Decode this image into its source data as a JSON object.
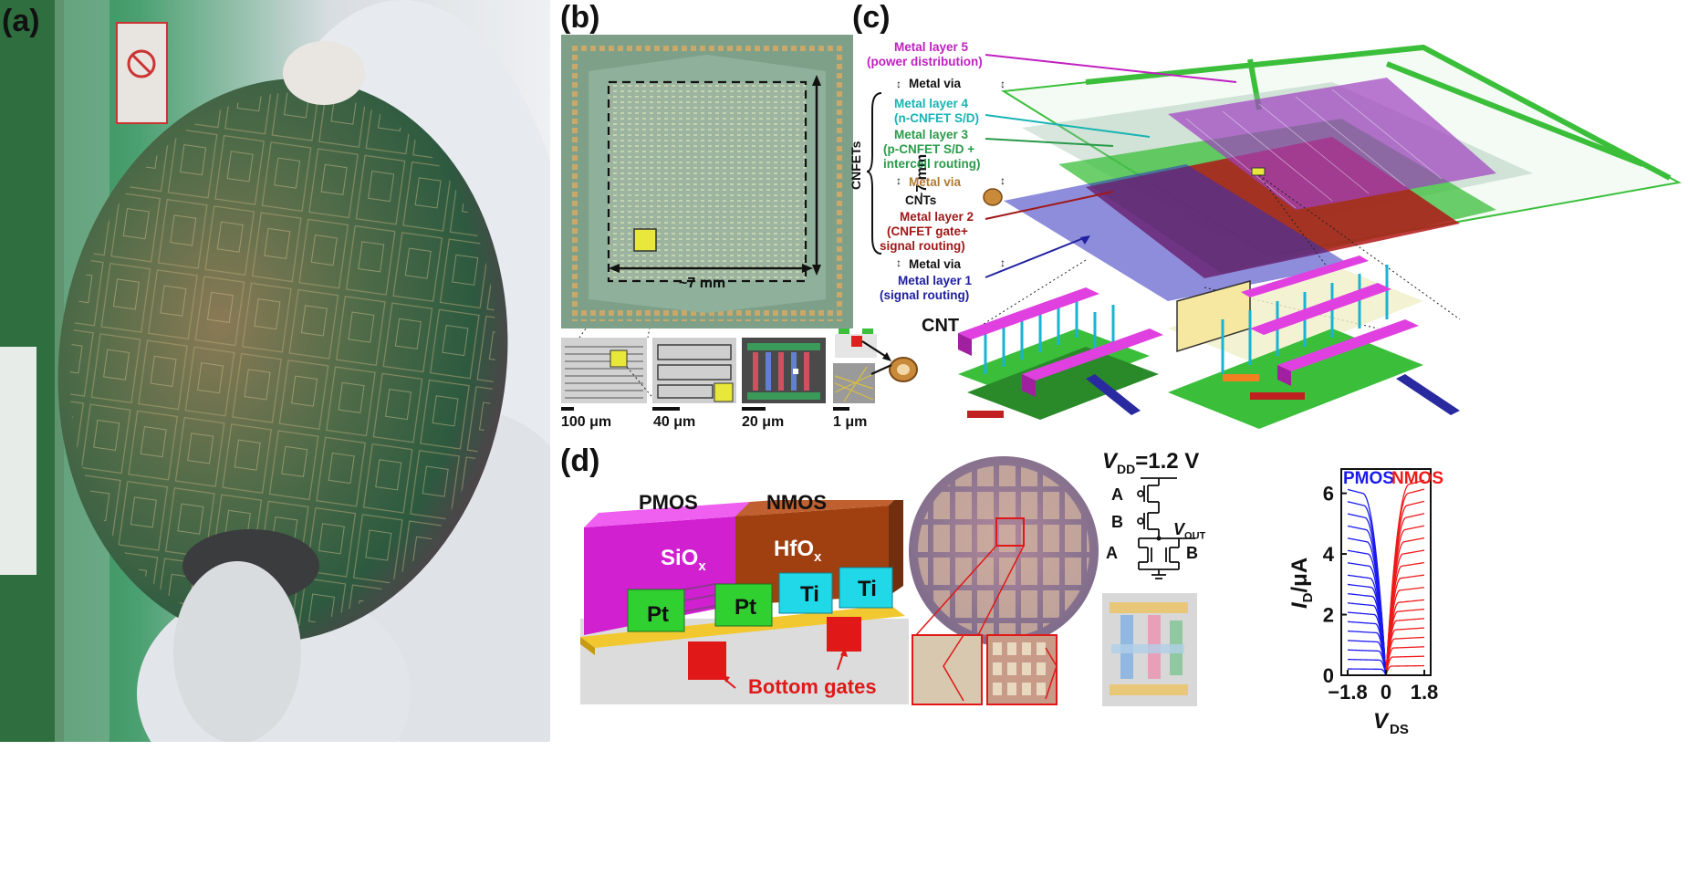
{
  "panels": {
    "a": "(a)",
    "b": "(b)",
    "c": "(c)",
    "d": "(d)"
  },
  "panel_b": {
    "dim_vertical": "~7 mm",
    "dim_horizontal": "~7 mm",
    "cnt_label": "CNT",
    "scales": [
      "100 μm",
      "40 μm",
      "20 μm",
      "1 μm"
    ]
  },
  "panel_c": {
    "side_label": "CNFETs",
    "layers": [
      {
        "text": "Metal layer 5",
        "color": "#c020c0"
      },
      {
        "text": "(power distribution)",
        "color": "#c020c0"
      },
      {
        "text": "Metal via",
        "color": "#111111"
      },
      {
        "text": "Metal layer 4",
        "color": "#19b3b3"
      },
      {
        "text": "(n-CNFET S/D)",
        "color": "#19b3b3"
      },
      {
        "text": "Metal layer 3",
        "color": "#2a9a4a"
      },
      {
        "text": "(p-CNFET S/D +",
        "color": "#2a9a4a"
      },
      {
        "text": "intercell routing)",
        "color": "#2a9a4a"
      },
      {
        "text": "Metal via",
        "color": "#b07a30"
      },
      {
        "text": "CNTs",
        "color": "#111111"
      },
      {
        "text": "Metal layer 2",
        "color": "#a01818"
      },
      {
        "text": "(CNFET gate+",
        "color": "#a01818"
      },
      {
        "text": "signal routing)",
        "color": "#a01818"
      },
      {
        "text": "Metal via",
        "color": "#111111"
      },
      {
        "text": "Metal layer 1",
        "color": "#2020a0"
      },
      {
        "text": "(signal routing)",
        "color": "#2020a0"
      }
    ]
  },
  "panel_d": {
    "pmos": "PMOS",
    "nmos": "NMOS",
    "sio_base": "SiO",
    "sio_sub": "x",
    "hfo_base": "HfO",
    "hfo_sub": "x",
    "pt1": "Pt",
    "pt2": "Pt",
    "ti1": "Ti",
    "ti2": "Ti",
    "bottom_gates": "Bottom gates",
    "vdd_base": "V",
    "vdd_sub": "DD",
    "vdd_value": "=1.2 V",
    "in_a1": "A",
    "in_b": "B",
    "in_a2": "A",
    "in_b2": "B",
    "vout_base": "V",
    "vout_sub": "OUT"
  },
  "chart_data": {
    "type": "line",
    "legend": [
      "PMOS",
      "NMOS"
    ],
    "colors": {
      "PMOS": "#1a1aee",
      "NMOS": "#ee1a1a"
    },
    "xlabel_base": "V",
    "xlabel_sub": "DS",
    "ylabel_base": "I",
    "ylabel_sub": "D",
    "ylabel_unit": "/μA",
    "xlim": [
      -2.1,
      2.1
    ],
    "ylim": [
      0,
      6.8
    ],
    "xticks": [
      "−1.8",
      "0",
      "1.8"
    ],
    "xtick_values": [
      -1.8,
      0,
      1.8
    ],
    "yticks": [
      "0",
      "2",
      "4",
      "6"
    ],
    "ytick_values": [
      0,
      2,
      4,
      6
    ],
    "series": [
      {
        "name": "PMOS",
        "x_end": -1.8,
        "saturation": [
          0.2,
          0.5,
          0.8,
          1.1,
          1.4,
          1.7,
          2.0,
          2.3,
          2.6,
          2.9,
          3.2,
          3.6,
          4.0,
          4.4,
          4.8,
          5.2,
          5.6,
          6.0
        ]
      },
      {
        "name": "NMOS",
        "x_end": 1.8,
        "saturation": [
          0.3,
          0.6,
          0.9,
          1.2,
          1.5,
          1.8,
          2.1,
          2.4,
          2.8,
          3.2,
          3.6,
          4.0,
          4.4,
          4.8,
          5.2,
          5.6,
          6.0,
          6.3
        ]
      }
    ]
  }
}
